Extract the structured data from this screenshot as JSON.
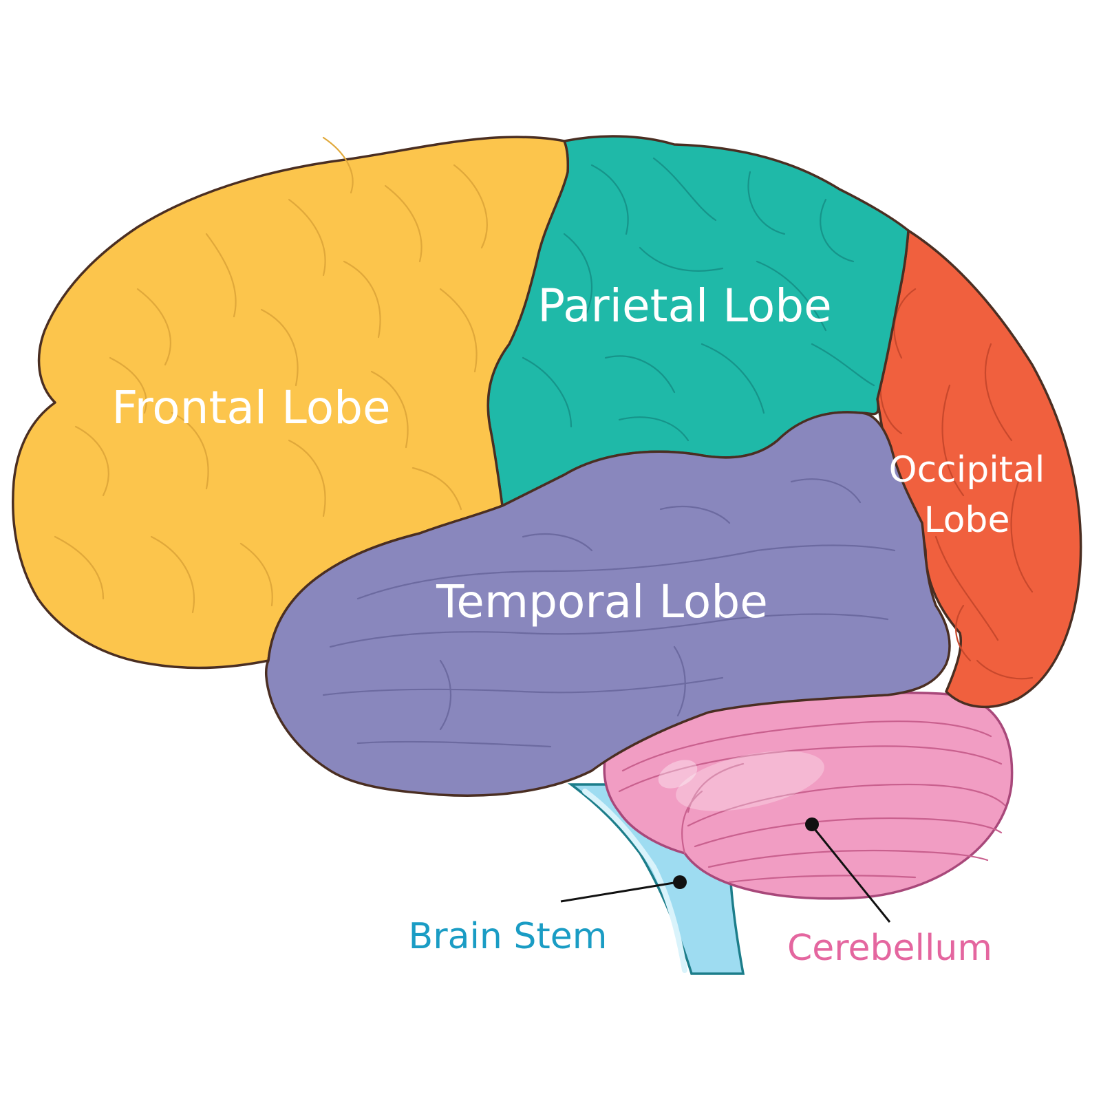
{
  "colors": {
    "frontal": "#fcc54c",
    "frontal_gyri": "#e0a83a",
    "parietal": "#1fb9a8",
    "parietal_gyri": "#16948a",
    "occipital": "#f0603e",
    "occipital_gyri": "#c8482c",
    "temporal": "#8987bd",
    "temporal_gyri": "#6c6aa0",
    "cerebellum": "#f19dc3",
    "cerebellum_lines": "#c9608e",
    "brainstem": "#9edcf1",
    "brainstem_edge": "#1c7d8a",
    "brainstem_label": "#1a9cc4",
    "cerebellum_label": "#e4669f"
  },
  "labels": {
    "frontal": "Frontal Lobe",
    "parietal": "Parietal Lobe",
    "occipital_line1": "Occipital",
    "occipital_line2": "Lobe",
    "temporal": "Temporal Lobe",
    "brainstem": "Brain Stem",
    "cerebellum": "Cerebellum"
  }
}
